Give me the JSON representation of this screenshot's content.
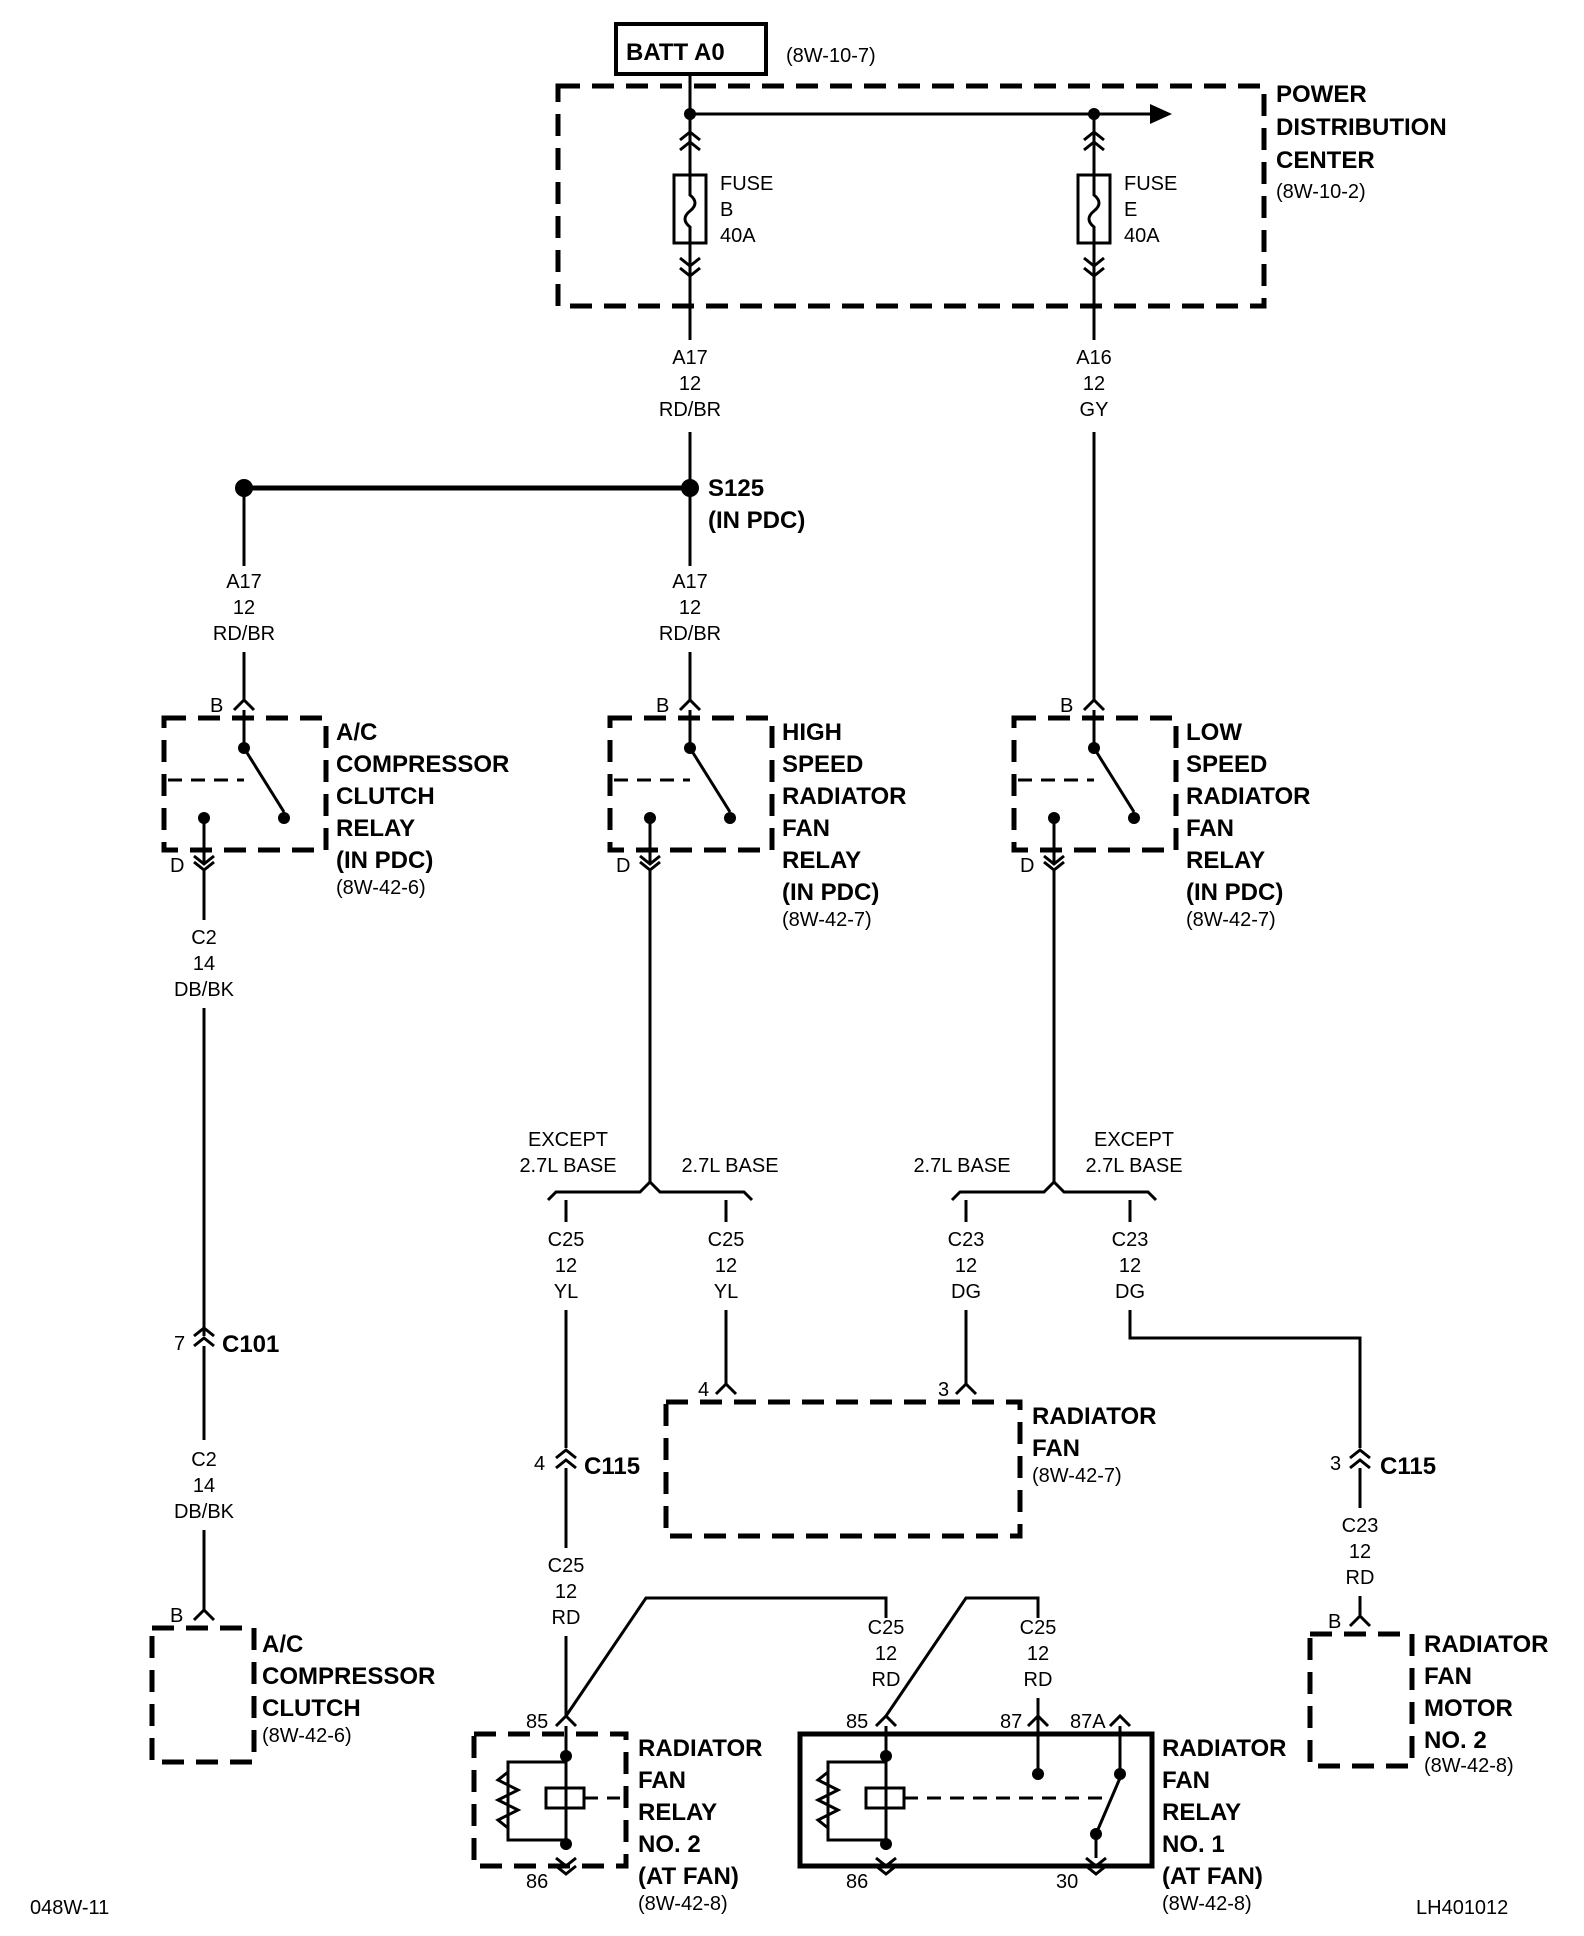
{
  "source": {
    "batt_label": "BATT A0",
    "batt_ref": "(8W-10-7)",
    "pdc_title": [
      "POWER",
      "DISTRIBUTION",
      "CENTER"
    ],
    "pdc_ref": "(8W-10-2)",
    "fuse_b": [
      "FUSE",
      "B",
      "40A"
    ],
    "fuse_e": [
      "FUSE",
      "E",
      "40A"
    ]
  },
  "wires": {
    "a17_top": [
      "A17",
      "12",
      "RD/BR"
    ],
    "a16": [
      "A16",
      "12",
      "GY"
    ],
    "a17_left": [
      "A17",
      "12",
      "RD/BR"
    ],
    "a17_mid": [
      "A17",
      "12",
      "RD/BR"
    ],
    "c2_upper": [
      "C2",
      "14",
      "DB/BK"
    ],
    "c2_lower": [
      "C2",
      "14",
      "DB/BK"
    ],
    "c25_except": [
      "C25",
      "12",
      "YL"
    ],
    "c25_base": [
      "C25",
      "12",
      "YL"
    ],
    "c23_base": [
      "C23",
      "12",
      "DG"
    ],
    "c23_except": [
      "C23",
      "12",
      "DG"
    ],
    "c25_rd_left": [
      "C25",
      "12",
      "RD"
    ],
    "c25_rd_mid": [
      "C25",
      "12",
      "RD"
    ],
    "c25_rd_right": [
      "C25",
      "12",
      "RD"
    ],
    "c23_rd": [
      "C23",
      "12",
      "RD"
    ]
  },
  "splice": {
    "name": "S125",
    "note": "(IN PDC)"
  },
  "options": {
    "except_left": [
      "EXCEPT",
      "2.7L BASE"
    ],
    "base_left": "2.7L BASE",
    "base_right": "2.7L BASE",
    "except_right": [
      "EXCEPT",
      "2.7L BASE"
    ]
  },
  "components": {
    "ac_relay": {
      "title": [
        "A/C",
        "COMPRESSOR",
        "CLUTCH",
        "RELAY",
        "(IN PDC)"
      ],
      "ref": "(8W-42-6)",
      "pin_top": "B",
      "pin_bottom": "D"
    },
    "hs_relay": {
      "title": [
        "HIGH",
        "SPEED",
        "RADIATOR",
        "FAN",
        "RELAY",
        "(IN PDC)"
      ],
      "ref": "(8W-42-7)",
      "pin_top": "B",
      "pin_bottom": "D"
    },
    "ls_relay": {
      "title": [
        "LOW",
        "SPEED",
        "RADIATOR",
        "FAN",
        "RELAY",
        "(IN PDC)"
      ],
      "ref": "(8W-42-7)",
      "pin_top": "B",
      "pin_bottom": "D"
    },
    "radiator_fan": {
      "title": [
        "RADIATOR",
        "FAN"
      ],
      "ref": "(8W-42-7)",
      "pin_a": "4",
      "pin_b": "3"
    },
    "ac_clutch": {
      "title": [
        "A/C",
        "COMPRESSOR",
        "CLUTCH"
      ],
      "ref": "(8W-42-6)",
      "pin": "B"
    },
    "fan_relay_2": {
      "title": [
        "RADIATOR",
        "FAN",
        "RELAY",
        "NO. 2",
        "(AT FAN)"
      ],
      "ref": "(8W-42-8)",
      "pin_top": "85",
      "pin_bottom": "86"
    },
    "fan_relay_1": {
      "title": [
        "RADIATOR",
        "FAN",
        "RELAY",
        "NO. 1",
        "(AT FAN)"
      ],
      "ref": "(8W-42-8)",
      "pin_85": "85",
      "pin_87": "87",
      "pin_87a": "87A",
      "pin_86": "86",
      "pin_30": "30"
    },
    "fan_motor_2": {
      "title": [
        "RADIATOR",
        "FAN",
        "MOTOR",
        "NO. 2"
      ],
      "ref": "(8W-42-8)",
      "pin": "B"
    }
  },
  "connectors": {
    "c101": {
      "name": "C101",
      "pin": "7"
    },
    "c115_left": {
      "name": "C115",
      "pin": "4"
    },
    "c115_right": {
      "name": "C115",
      "pin": "3"
    }
  },
  "footer": {
    "left_code": "048W-11",
    "right_code": "LH401012"
  }
}
